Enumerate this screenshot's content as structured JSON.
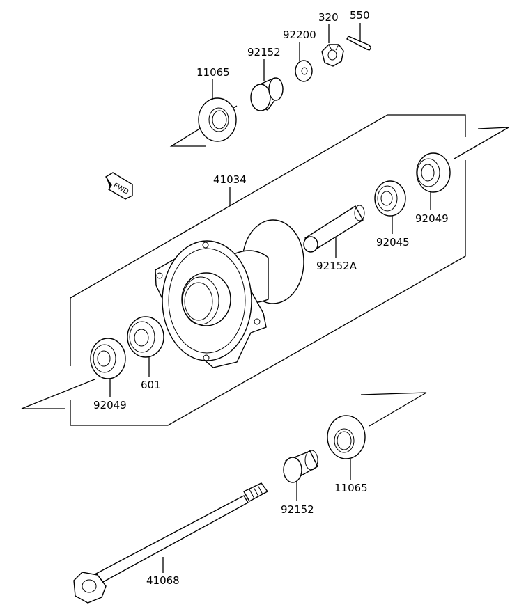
{
  "diagram": {
    "fwd_badge": "FWD",
    "labels": {
      "p550": "550",
      "p320": "320",
      "p92200": "92200",
      "p92152_top": "92152",
      "p11065_top": "11065",
      "p41034": "41034",
      "p92049_right": "92049",
      "p92045": "92045",
      "p92152a": "92152A",
      "p601": "601",
      "p92049_left": "92049",
      "p92152_bottom": "92152",
      "p11065_bottom": "11065",
      "p41068": "41068"
    }
  }
}
